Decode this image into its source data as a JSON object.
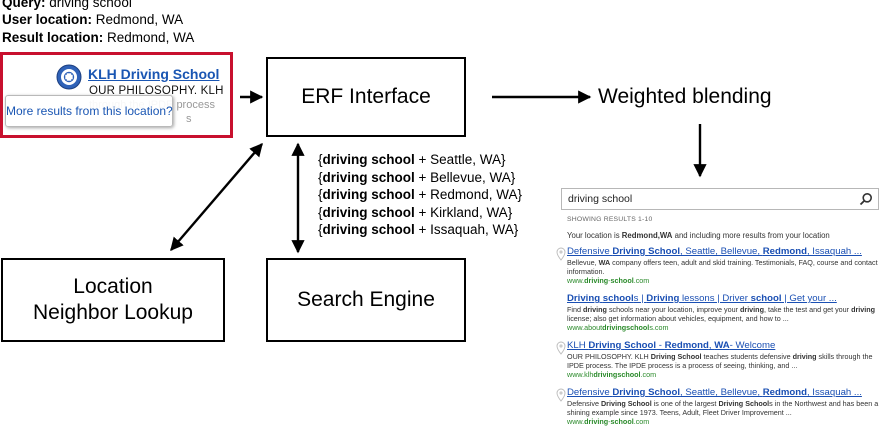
{
  "query_info": {
    "query_label": "Query:",
    "query_value": "driving school",
    "user_label": "User location:",
    "user_value": "Redmond, WA",
    "result_label": "Result location:",
    "result_value": "Redmond, WA"
  },
  "snippet": {
    "title": "KLH Driving School",
    "desc": "OUR PHILOSOPHY. KLH",
    "faded1": "through the IPDE process",
    "faded2": "s",
    "tooltip": "More results from this location?",
    "frame_color": "#c8102e"
  },
  "boxes": {
    "erf": "ERF Interface",
    "location_line1": "Location",
    "location_line2": "Neighbor Lookup",
    "search_engine": "Search Engine",
    "weighted": "Weighted blending"
  },
  "queries": {
    "term": "driving school",
    "items": [
      {
        "loc": "Seattle, WA"
      },
      {
        "loc": "Bellevue, WA"
      },
      {
        "loc": "Redmond, WA"
      },
      {
        "loc": "Kirkland, WA"
      },
      {
        "loc": "Issaquah, WA"
      }
    ]
  },
  "serp": {
    "search_value": "driving school",
    "showing": "SHOWING RESULTS 1-10",
    "loc_pre": "Your location is ",
    "loc_bold": "Redmond,WA",
    "loc_post": " and including more results from your location",
    "results": [
      {
        "title": "Defensive Driving School, Seattle, Bellevue, Redmond, Issaquah ...",
        "desc": "Bellevue, WA company offers teen, adult and skid training. Testimonials, FAQ, course and contact information.",
        "url": "www.driving-school.com",
        "pin": true
      },
      {
        "title": "Driving schools | Driving lessons | Driver school | Get your ...",
        "desc": "Find driving schools near your location, improve your driving, take the test and get your driving license; also get information about vehicles, equipment, and how to ...",
        "url": "www.aboutdrivingschools.com",
        "pin": false
      },
      {
        "title": "KLH Driving School - Redmond, WA- Welcome",
        "desc": "OUR PHILOSOPHY. KLH Driving School teaches students defensive driving skills through the IPDE process. The IPDE process is a process of seeing, thinking, and ...",
        "url": "www.klhdrivingschool.com",
        "pin": true
      },
      {
        "title": "Defensive Driving School, Seattle, Bellevue, Redmond, Issaquah ...",
        "desc": "Defensive Driving School is one of the largest Driving Schools in the Northwest and has been a shining example since 1973. Teens, Adult, Fleet Driver Improvement ...",
        "url": "www.driving-school.com",
        "pin": true
      }
    ]
  },
  "colors": {
    "link": "#1a56b3",
    "url": "#2a8a2a",
    "accent_red": "#c8102e"
  }
}
